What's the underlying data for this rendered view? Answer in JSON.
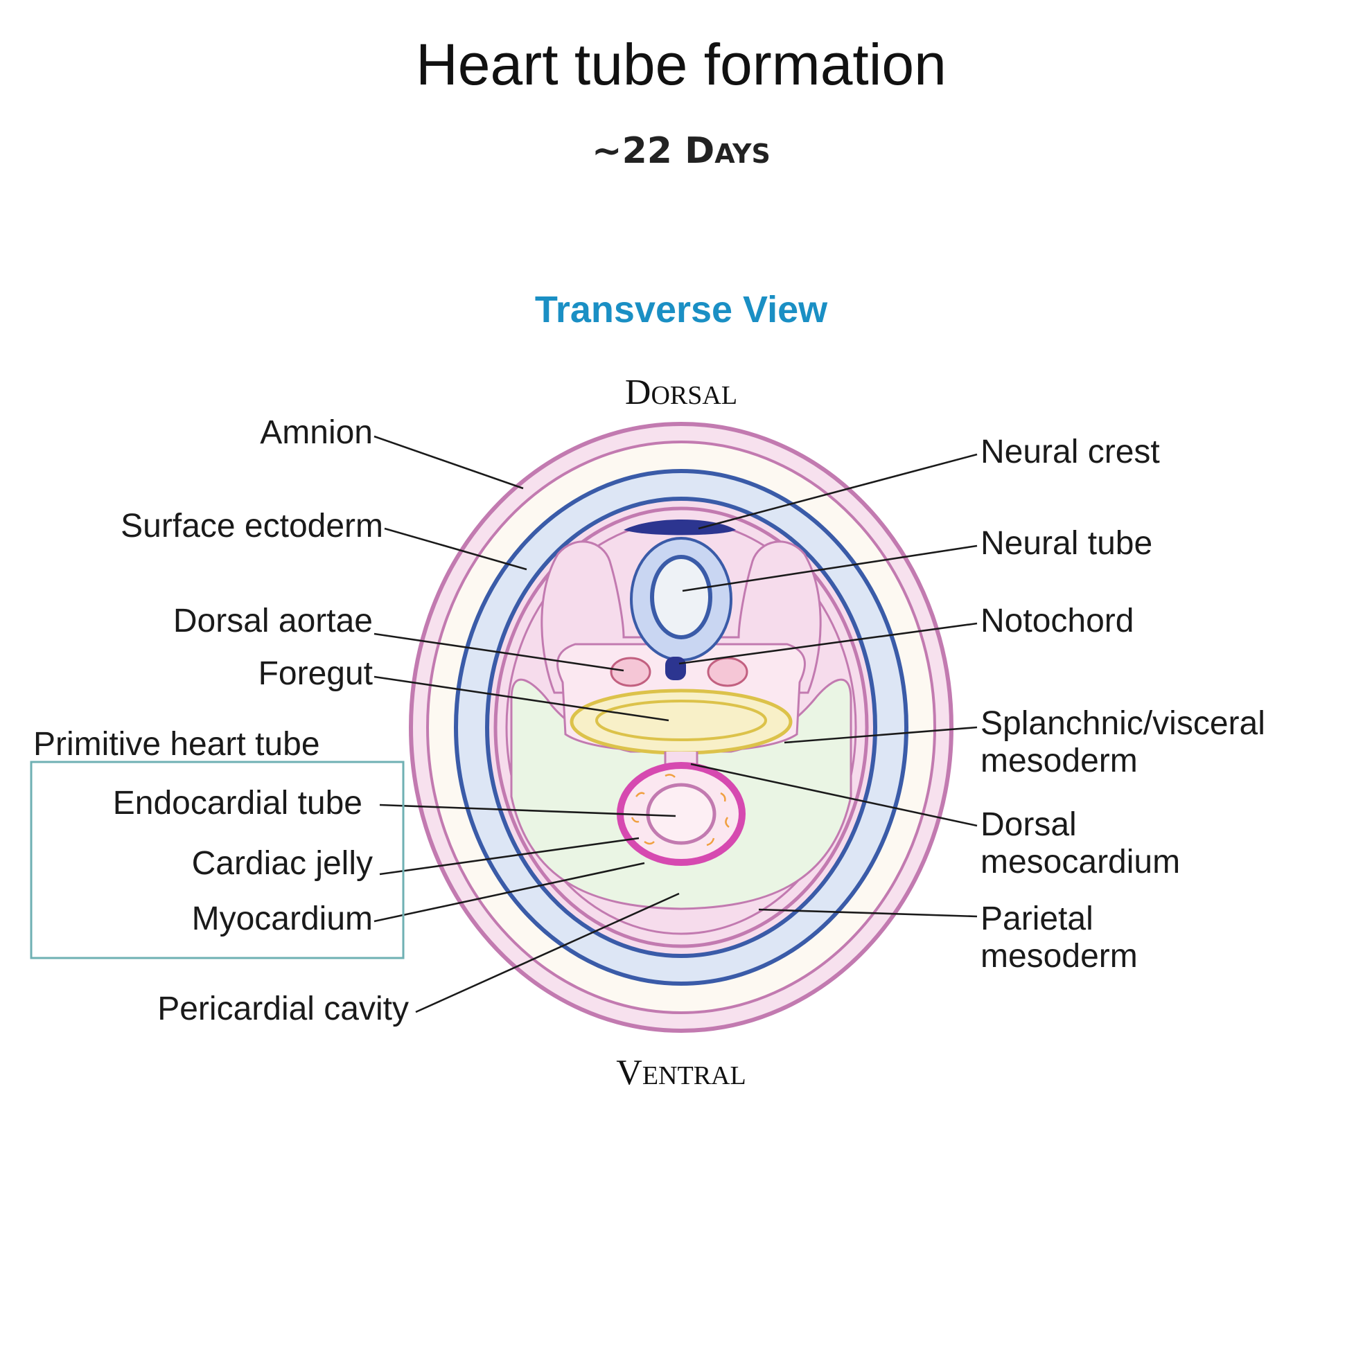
{
  "title": "Heart tube formation",
  "subtitle": {
    "approx": "~22 ",
    "cap_d": "D",
    "small_ays": "AYS"
  },
  "view_title": "Transverse View",
  "orientation": {
    "dorsal_cap": "D",
    "dorsal_rest": "ORSAL",
    "ventral_cap": "V",
    "ventral_rest": "ENTRAL"
  },
  "labels_left": {
    "amnion": "Amnion",
    "surface_ectoderm": "Surface ectoderm",
    "dorsal_aortae": "Dorsal aortae",
    "foregut": "Foregut",
    "primitive_heart_tube": "Primitive heart tube",
    "endocardial_tube": "Endocardial tube",
    "cardiac_jelly": "Cardiac jelly",
    "myocardium": "Myocardium",
    "pericardial_cavity": "Pericardial cavity"
  },
  "labels_right": {
    "neural_crest": "Neural crest",
    "neural_tube": "Neural tube",
    "notochord": "Notochord",
    "splanchnic_line1": "Splanchnic/visceral",
    "splanchnic_line2": "mesoderm",
    "dorsal_mesocardium_line1": "Dorsal",
    "dorsal_mesocardium_line2": "mesocardium",
    "parietal_line1": "Parietal",
    "parietal_line2": "mesoderm"
  },
  "colors": {
    "view_title": "#1a8fc4",
    "amnion_stroke": "#c27ab0",
    "amnion_fill": "#f7e1ee",
    "ectoderm_stroke": "#3a5ba8",
    "ectoderm_fill": "#dde6f5",
    "mesoderm_fill": "#f6dcec",
    "pericardial_fill": "#eaf5e4",
    "neural_crest": "#2c3590",
    "foregut_fill": "#f8f0c8",
    "foregut_stroke": "#dcc24a",
    "myocardium": "#d649b0",
    "cardiac_jelly_fibers": "#f0a040",
    "box_stroke": "#6fb0b3"
  }
}
